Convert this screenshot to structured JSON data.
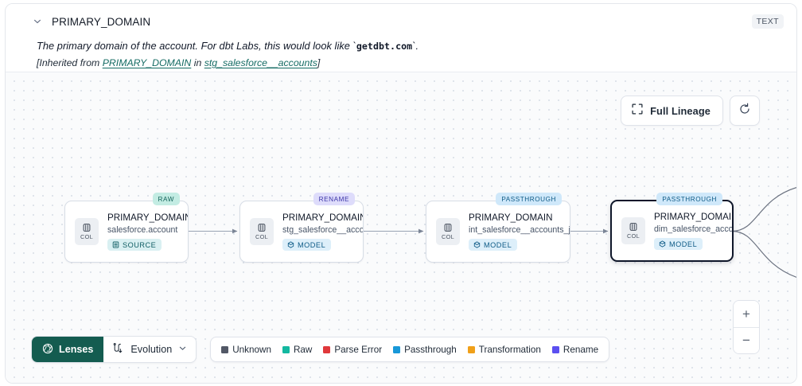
{
  "header": {
    "chevron_icon": "chevron-down-icon",
    "title": "PRIMARY_DOMAIN",
    "type_badge": "TEXT",
    "description_pre": "The primary domain of the account. For dbt Labs, this would look like `",
    "description_code": "getdbt.com",
    "description_post": "`.",
    "inherited_prefix": "[Inherited from ",
    "inherited_link_1": "PRIMARY_DOMAIN",
    "inherited_mid": " in ",
    "inherited_link_2": "stg_salesforce__accounts",
    "inherited_suffix": "]"
  },
  "canvas": {
    "full_lineage_label": "Full Lineage",
    "full_lineage_icon": "expand-icon",
    "refresh_icon": "refresh-icon",
    "zoom_in_label": "+",
    "zoom_out_label": "−",
    "nodes": [
      {
        "tag": "RAW",
        "tag_class": "tag-raw",
        "col_label": "COL",
        "name": "PRIMARY_DOMAIN__C",
        "subtitle": "salesforce.account",
        "kind": "SOURCE",
        "kind_class": "source",
        "kind_icon": "database-icon",
        "selected": false
      },
      {
        "tag": "RENAME",
        "tag_class": "tag-rename",
        "col_label": "COL",
        "name": "PRIMARY_DOMAIN",
        "subtitle": "stg_salesforce__accounts",
        "kind": "MODEL",
        "kind_class": "model",
        "kind_icon": "cube-icon",
        "selected": false
      },
      {
        "tag": "PASSTHROUGH",
        "tag_class": "tag-passthrough",
        "col_label": "COL",
        "name": "PRIMARY_DOMAIN",
        "subtitle": "int_salesforce__accounts_joined",
        "kind": "MODEL",
        "kind_class": "model",
        "kind_icon": "cube-icon",
        "selected": false
      },
      {
        "tag": "PASSTHROUGH",
        "tag_class": "tag-passthrough",
        "col_label": "COL",
        "name": "PRIMARY_DOMAIN",
        "subtitle": "dim_salesforce_accounts",
        "kind": "MODEL",
        "kind_class": "model",
        "kind_icon": "cube-icon",
        "selected": true
      }
    ]
  },
  "toolbar": {
    "lenses_label": "Lenses",
    "lenses_icon": "aperture-icon",
    "selector_label": "Evolution",
    "selector_icon": "evolution-icon",
    "selector_caret_icon": "chevron-down-icon",
    "legend": [
      {
        "label": "Unknown",
        "color": "#525866"
      },
      {
        "label": "Raw",
        "color": "#13b8a0"
      },
      {
        "label": "Parse Error",
        "color": "#e0383b"
      },
      {
        "label": "Passthrough",
        "color": "#1898d8"
      },
      {
        "label": "Transformation",
        "color": "#f0a019"
      },
      {
        "label": "Rename",
        "color": "#5b4ff0"
      }
    ]
  }
}
